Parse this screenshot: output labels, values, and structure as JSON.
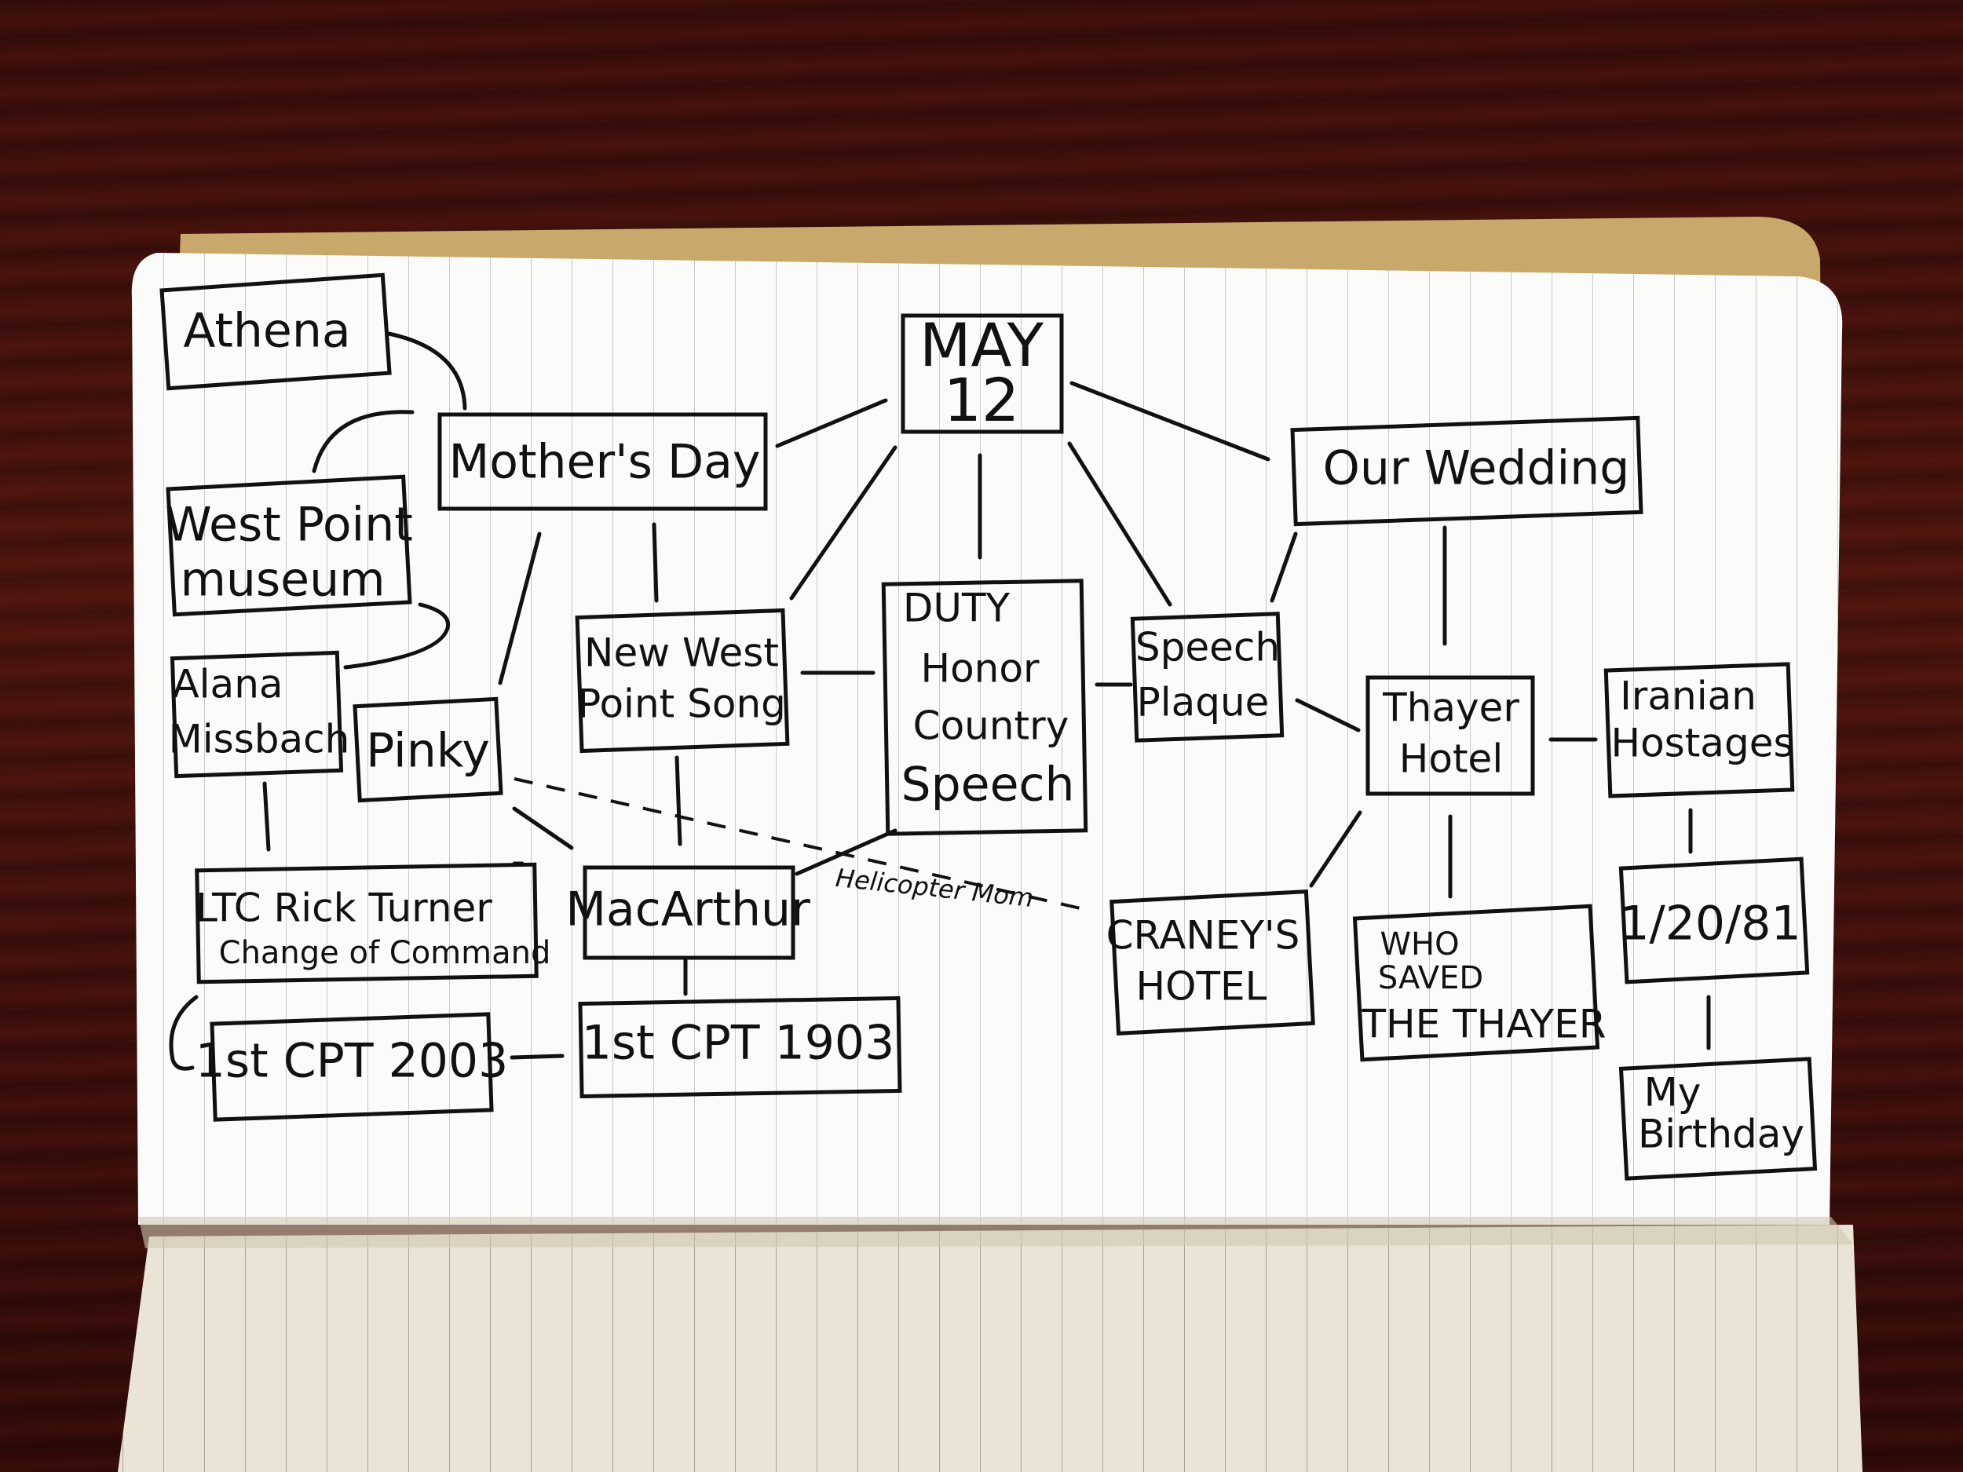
{
  "nodes": {
    "may12": [
      "MAY",
      "12"
    ],
    "mothers_day": "Mother's Day",
    "our_wedding": "Our Wedding",
    "athena": "Athena",
    "west_point_museum": [
      "West Point",
      "museum"
    ],
    "alana": [
      "Alana",
      "Missbach"
    ],
    "pinky": "Pinky",
    "new_west_point_song": [
      "New West",
      "Point Song"
    ],
    "duty_honor": [
      "DUTY",
      "Honor",
      "Country",
      "Speech"
    ],
    "speech_plaque": [
      "Speech",
      "Plaque"
    ],
    "thayer_hotel": [
      "Thayer",
      "Hotel"
    ],
    "iranian_hostages": [
      "Iranian",
      "Hostages"
    ],
    "ltc_rick_turner": [
      "LTC Rick Turner",
      "Change of Command"
    ],
    "macarthur": "MacArthur",
    "craneys_hotel": [
      "CRANEY'S",
      "HOTEL"
    ],
    "who_saved": [
      "WHO",
      "SAVED",
      "THE THAYER"
    ],
    "date_1_20_81": "1/20/81",
    "first_cpt_2003": "1st CPT 2003",
    "first_cpt_1903": "1st CPT 1903",
    "my_birthday": [
      "My",
      "Birthday"
    ]
  },
  "edge_labels": {
    "helicopter_mom": "Helicopter Mom"
  }
}
